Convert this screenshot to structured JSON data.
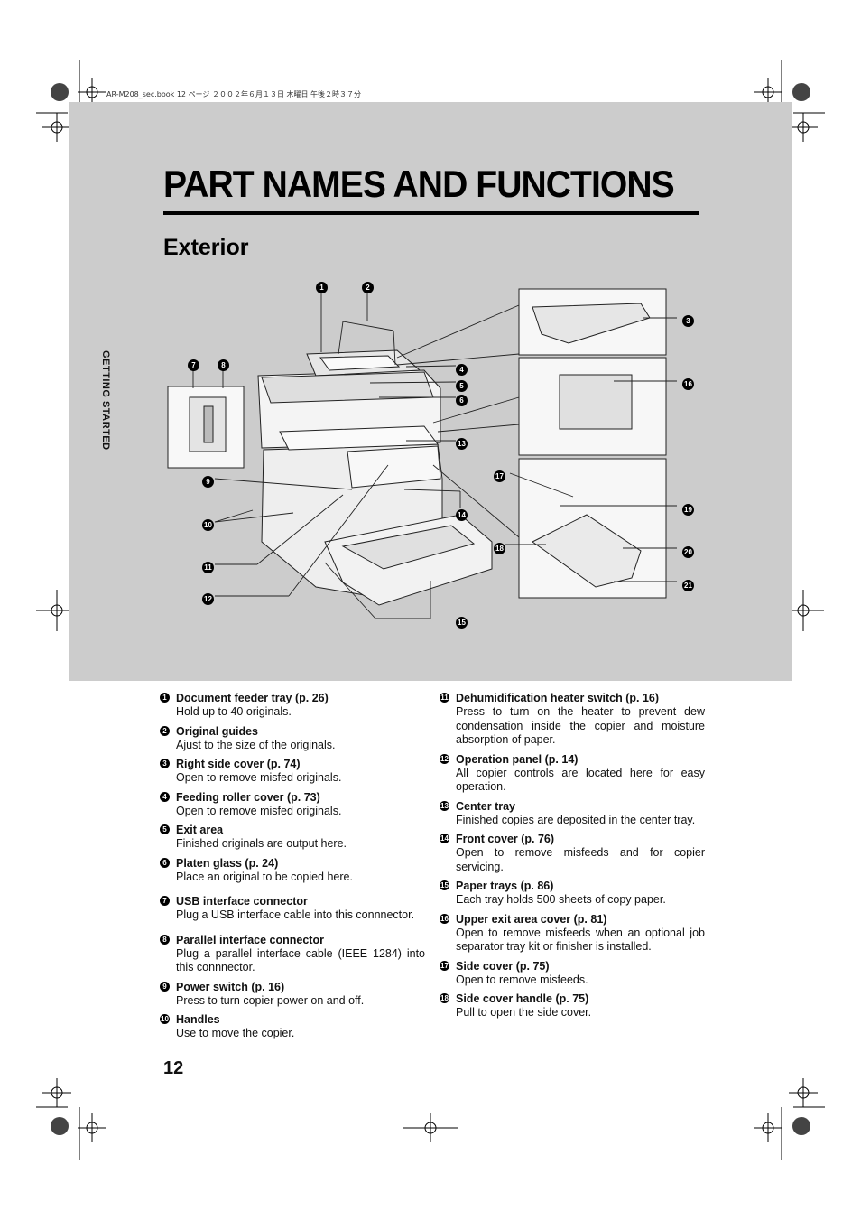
{
  "header_line": "AR-M208_sec.book  12 ページ  ２００２年６月１３日  木曜日  午後２時３７分",
  "side_tab": "GETTING STARTED",
  "title": "PART NAMES AND FUNCTIONS",
  "section": "Exterior",
  "page_number": "12",
  "callouts": [
    "1",
    "2",
    "3",
    "4",
    "5",
    "6",
    "7",
    "8",
    "9",
    "10",
    "11",
    "12",
    "13",
    "14",
    "15",
    "16",
    "17",
    "18",
    "19",
    "20",
    "21"
  ],
  "left_items": [
    {
      "num": "1",
      "name": "Document feeder tray (p. 26)",
      "desc": "Hold up to 40 originals."
    },
    {
      "num": "2",
      "name": "Original guides",
      "desc": "Ajust to the size of the originals."
    },
    {
      "num": "3",
      "name": "Right side cover (p. 74)",
      "desc": "Open to remove misfed originals."
    },
    {
      "num": "4",
      "name": "Feeding roller cover (p. 73)",
      "desc": "Open to remove misfed originals."
    },
    {
      "num": "5",
      "name": "Exit area",
      "desc": "Finished originals are output here."
    },
    {
      "num": "6",
      "name": "Platen glass (p. 24)",
      "desc": "Place an original to be copied here."
    },
    {
      "num": "7",
      "name": "USB interface connector",
      "desc": "Plug a USB interface cable into this connnector."
    },
    {
      "num": "8",
      "name": "Parallel interface connector",
      "desc": "Plug a parallel interface cable (IEEE 1284) into this connnector."
    },
    {
      "num": "9",
      "name": "Power switch (p. 16)",
      "desc": "Press to turn copier power on and off."
    },
    {
      "num": "10",
      "name": "Handles",
      "desc": "Use to move the copier."
    }
  ],
  "right_items": [
    {
      "num": "11",
      "name": "Dehumidification heater switch (p. 16)",
      "desc": "Press to turn on the heater to prevent dew condensation inside the copier and moisture absorption of paper."
    },
    {
      "num": "12",
      "name": "Operation panel (p. 14)",
      "desc": "All copier controls are located here for easy operation."
    },
    {
      "num": "13",
      "name": "Center tray",
      "desc": "Finished copies are deposited in the center tray."
    },
    {
      "num": "14",
      "name": "Front cover (p. 76)",
      "desc": "Open to remove misfeeds and for copier servicing."
    },
    {
      "num": "15",
      "name": "Paper trays (p. 86)",
      "desc": "Each tray holds 500 sheets of copy paper."
    },
    {
      "num": "16",
      "name": "Upper exit area cover (p. 81)",
      "desc": "Open to remove misfeeds when an optional job separator tray kit or finisher is installed."
    },
    {
      "num": "17",
      "name": "Side cover (p. 75)",
      "desc": "Open to remove misfeeds."
    },
    {
      "num": "18",
      "name": "Side cover handle (p. 75)",
      "desc": "Pull to open the side cover."
    }
  ]
}
